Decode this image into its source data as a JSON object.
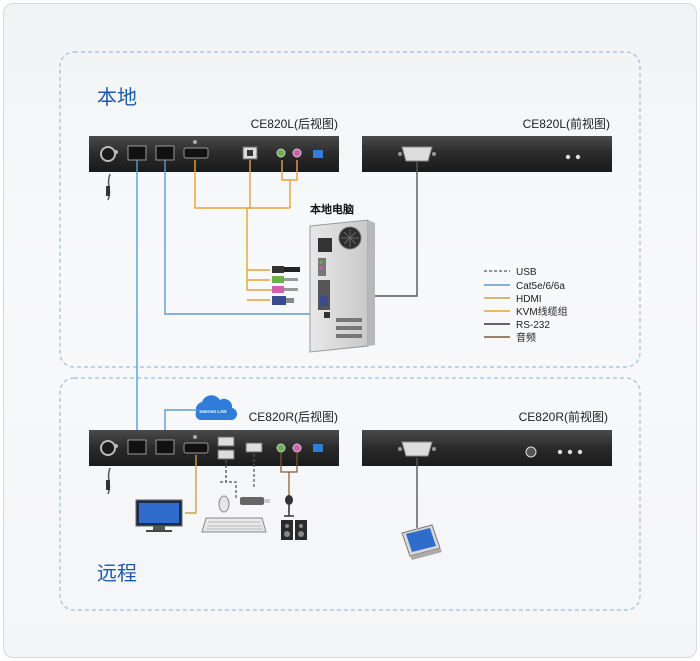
{
  "sections": {
    "local_title": "本地",
    "remote_title": "远程"
  },
  "devices": {
    "ce820l_rear": "CE820L(后视图)",
    "ce820l_front": "CE820L(前视图)",
    "ce820r_rear": "CE820R(后视图)",
    "ce820r_front": "CE820R(前视图)",
    "local_pc": "本地电脑"
  },
  "cloud_label": "Internet LAN",
  "legend": [
    {
      "label": "USB",
      "color": "#555555",
      "style": "dashed"
    },
    {
      "label": "Cat5e/6/6a",
      "color": "#5b9bd5",
      "style": "solid"
    },
    {
      "label": "HDMI",
      "color": "#c8a248",
      "style": "solid"
    },
    {
      "label": "KVM线缆组",
      "color": "#e8a13a",
      "style": "solid"
    },
    {
      "label": "RS-232",
      "color": "#333333",
      "style": "solid"
    },
    {
      "label": "音频",
      "color": "#7a5b3a",
      "style": "solid"
    }
  ],
  "colors": {
    "device_body": "#2b2b2b",
    "cat5": "#5b9bd5",
    "kvm": "#e8a13a",
    "rs232": "#555555",
    "section_title": "#1e5aa8"
  }
}
